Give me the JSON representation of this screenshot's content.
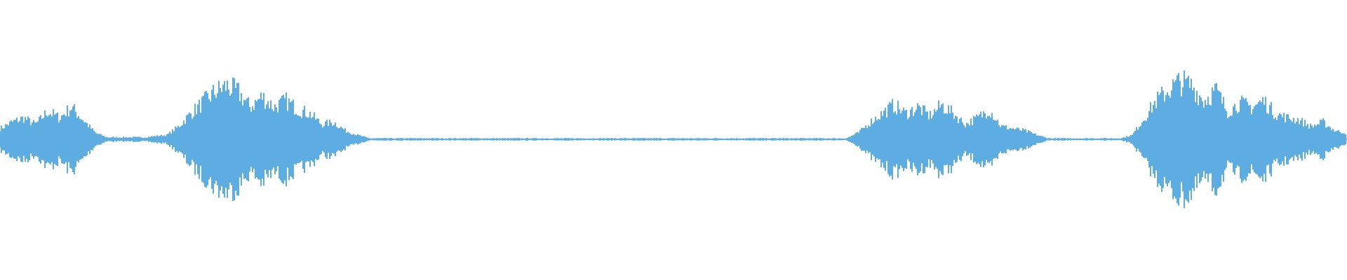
{
  "waveform": {
    "color": "#5dade2",
    "background": "#ffffff",
    "amplitude_envelope": [
      0.1,
      0.16,
      0.2,
      0.14,
      0.26,
      0.2,
      0.3,
      0.18,
      0.06,
      0.02,
      0.02,
      0.02,
      0.02,
      0.03,
      0.04,
      0.12,
      0.24,
      0.34,
      0.44,
      0.5,
      0.44,
      0.3,
      0.4,
      0.3,
      0.36,
      0.28,
      0.24,
      0.14,
      0.16,
      0.08,
      0.04,
      0.01,
      0.01,
      0.01,
      0.01,
      0.01,
      0.01,
      0.01,
      0.01,
      0.01,
      0.01,
      0.01,
      0.01,
      0.01,
      0.01,
      0.01,
      0.01,
      0.01,
      0.01,
      0.01,
      0.01,
      0.01,
      0.01,
      0.01,
      0.01,
      0.01,
      0.01,
      0.01,
      0.01,
      0.01,
      0.01,
      0.01,
      0.01,
      0.01,
      0.01,
      0.01,
      0.01,
      0.01,
      0.01,
      0.01,
      0.01,
      0.01,
      0.06,
      0.16,
      0.24,
      0.32,
      0.24,
      0.3,
      0.22,
      0.32,
      0.24,
      0.14,
      0.2,
      0.28,
      0.12,
      0.1,
      0.08,
      0.04,
      0.01,
      0.01,
      0.01,
      0.01,
      0.01,
      0.01,
      0.01,
      0.04,
      0.2,
      0.36,
      0.46,
      0.54,
      0.5,
      0.36,
      0.46,
      0.26,
      0.34,
      0.3,
      0.36,
      0.24,
      0.2,
      0.18,
      0.12,
      0.16,
      0.08,
      0.06
    ]
  }
}
